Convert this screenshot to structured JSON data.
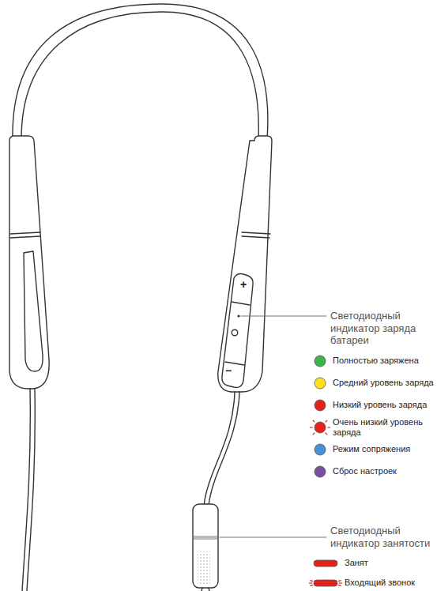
{
  "diagram": {
    "labels": [
      "+",
      "−",
      "Светодиодный индикатор заряда батареи",
      "Светодиодный индикатор занятости"
    ],
    "legend": [
      {
        "text": "Полностью заряжена",
        "color": "#3cb44b"
      },
      {
        "text": "Средний уровень заряда",
        "color": "#ffe21a"
      },
      {
        "text": "Низкий уровень заряда",
        "color": "#e2231a"
      },
      {
        "text": "Очень низкий уровень заряда",
        "color": "#e2231a"
      },
      {
        "text": "Режим сопряжения",
        "color": "#4a90d9"
      },
      {
        "text": "Сброс настроек",
        "color": "#7b4fa0"
      },
      {
        "text": "Занят",
        "color": "#e2231a"
      },
      {
        "text": "Входящий звонок",
        "color": "#e2231a"
      }
    ]
  }
}
